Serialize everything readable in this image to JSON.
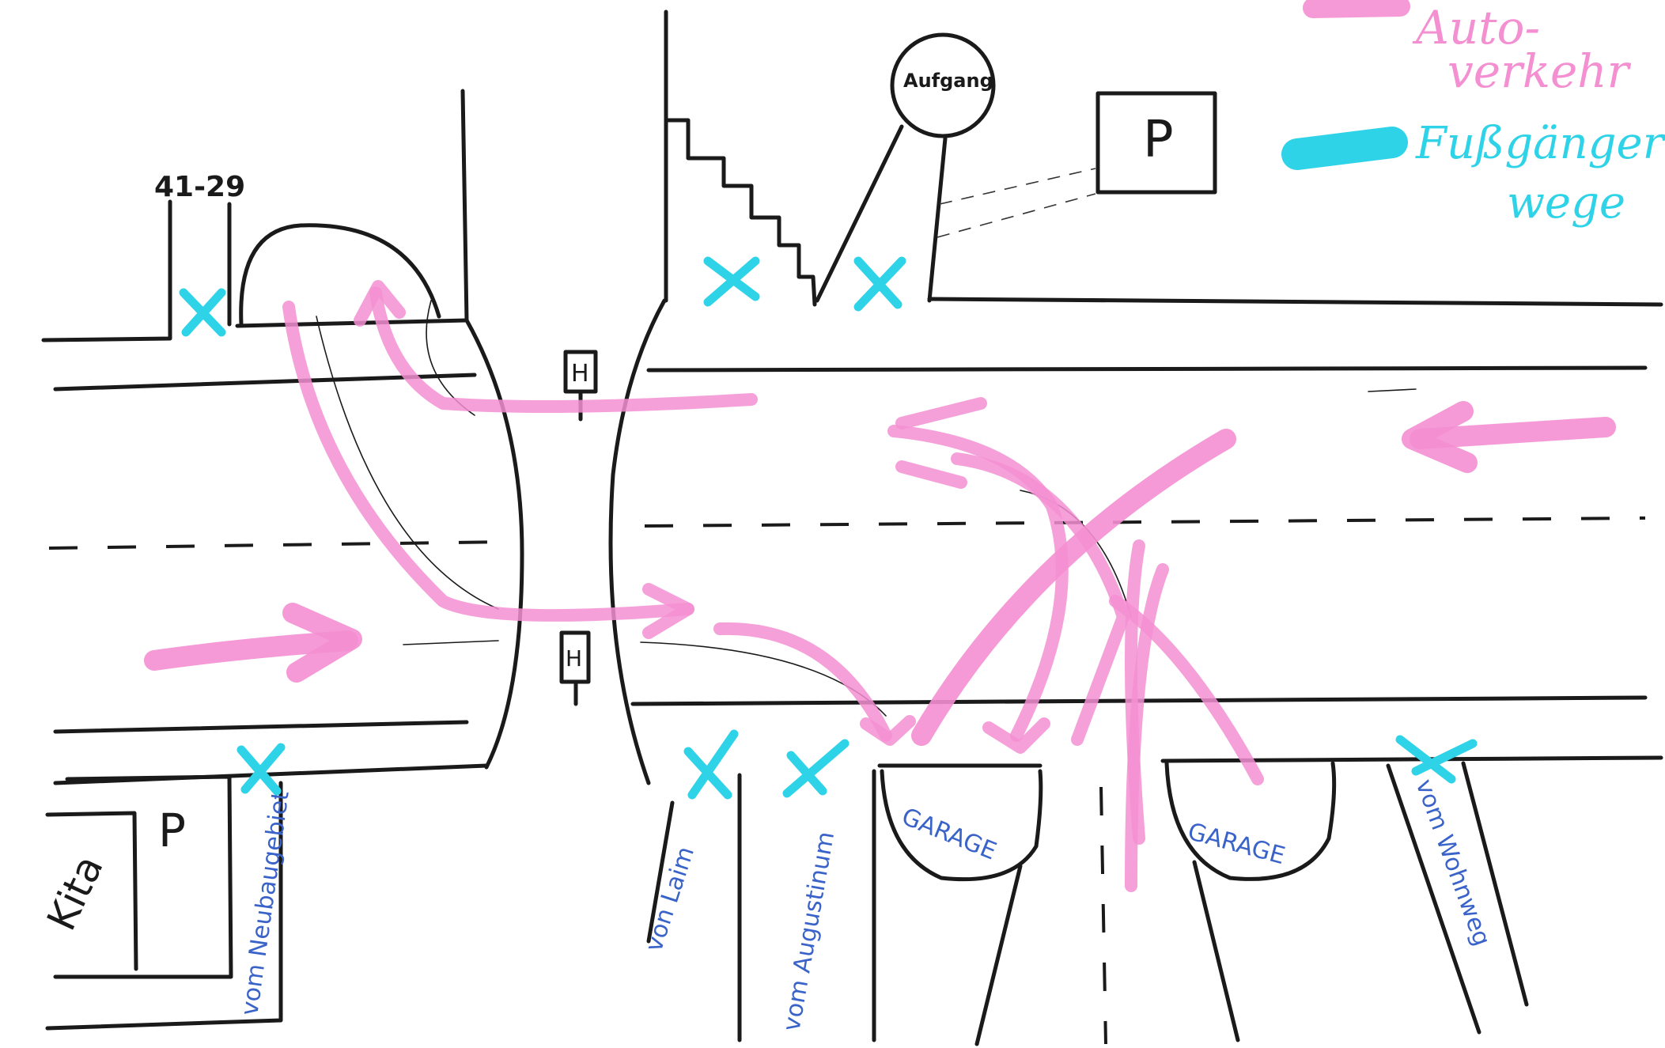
{
  "legend": {
    "car_traffic_label_line1": "Auto-",
    "car_traffic_label_line2": "verkehr",
    "car_traffic_color": "#f48fd2",
    "pedestrian_label_line1": "Fußgänger",
    "pedestrian_label_line2": "wege",
    "pedestrian_color": "#2fd3e8"
  },
  "labels": {
    "house_numbers": "41-29",
    "entrance": "Aufgang",
    "parking_top": "P",
    "parking_kita": "P",
    "kita": "Kita",
    "bus_stop_top": "H",
    "bus_stop_bottom": "H",
    "from_new_area": "vom Neubaugebiet",
    "from_laim": "von Laim",
    "from_augustinum": "vom Augustinum",
    "garage_left": "GARAGE",
    "garage_right": "GARAGE",
    "from_wohnweg": "vom Wohnweg"
  },
  "icons": {
    "pedestrian_crossing": "cross-mark-icon",
    "bus_stop": "bus-stop-sign-icon",
    "parking": "parking-sign-icon",
    "direction": "arrow-icon"
  }
}
